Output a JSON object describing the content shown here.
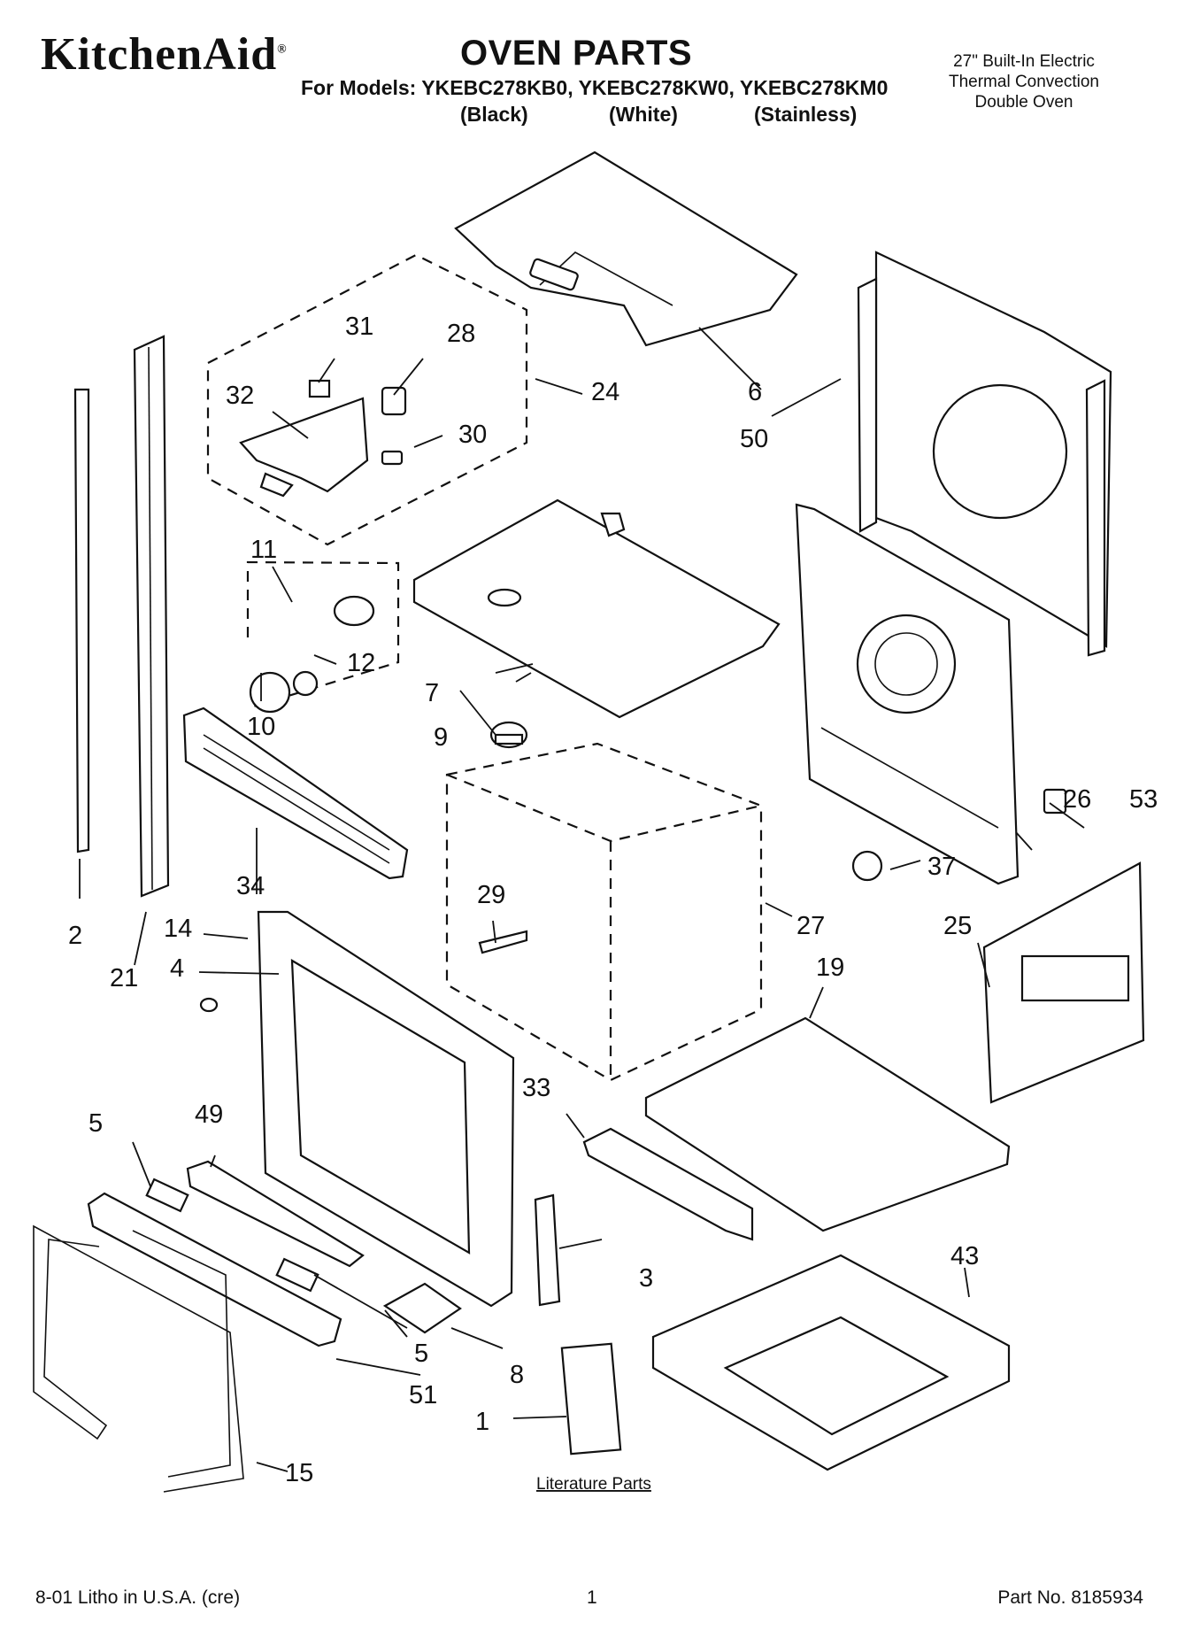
{
  "header": {
    "brand": "KitchenAid",
    "brand_mark": "®",
    "title": "OVEN PARTS",
    "models_line": "For Models: YKEBC278KB0, YKEBC278KW0, YKEBC278KM0",
    "variants": [
      "(Black)",
      "(White)",
      "(Stainless)"
    ],
    "description": [
      "27\" Built-In Electric",
      "Thermal Convection",
      "Double Oven"
    ]
  },
  "callouts": {
    "c1": "1",
    "c2": "2",
    "c3": "3",
    "c4": "4",
    "c5a": "5",
    "c5b": "5",
    "c6": "6",
    "c7": "7",
    "c8": "8",
    "c9": "9",
    "c10": "10",
    "c11": "11",
    "c12": "12",
    "c14": "14",
    "c15": "15",
    "c19": "19",
    "c21": "21",
    "c24": "24",
    "c25": "25",
    "c26": "26",
    "c27": "27",
    "c28": "28",
    "c29": "29",
    "c30": "30",
    "c31": "31",
    "c32": "32",
    "c33": "33",
    "c34": "34",
    "c37": "37",
    "c43": "43",
    "c49": "49",
    "c50": "50",
    "c51": "51",
    "c53": "53"
  },
  "literature_label": "Literature Parts",
  "footer": {
    "litho": "8-01 Litho in U.S.A. (cre)",
    "page": "1",
    "part_no": "Part No. 8185934"
  }
}
